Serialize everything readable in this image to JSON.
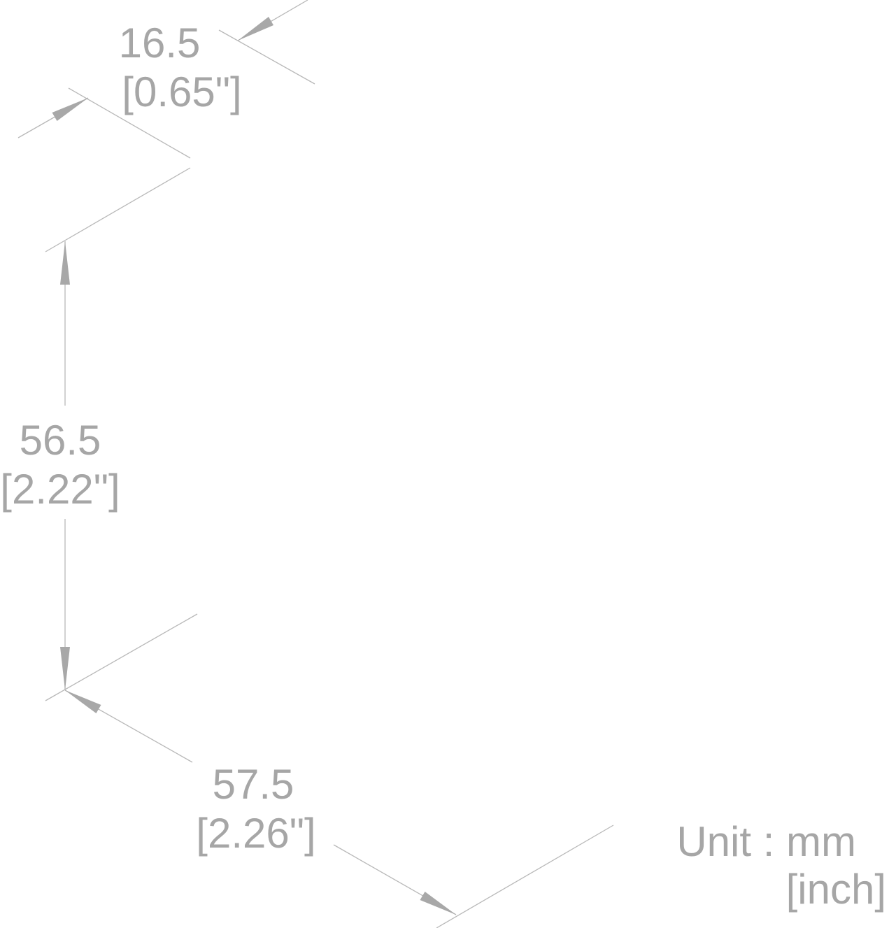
{
  "dimensions": {
    "depth": {
      "mm": "16.5",
      "inch": "[0.65\"]"
    },
    "height": {
      "mm": "56.5",
      "inch": "[2.22\"]"
    },
    "width": {
      "mm": "57.5",
      "inch": "[2.26\"]"
    }
  },
  "unit": {
    "primary": "Unit : mm",
    "secondary": "[inch]"
  },
  "colors": {
    "text": "#a6a6a6",
    "line": "#b8b8b8"
  }
}
